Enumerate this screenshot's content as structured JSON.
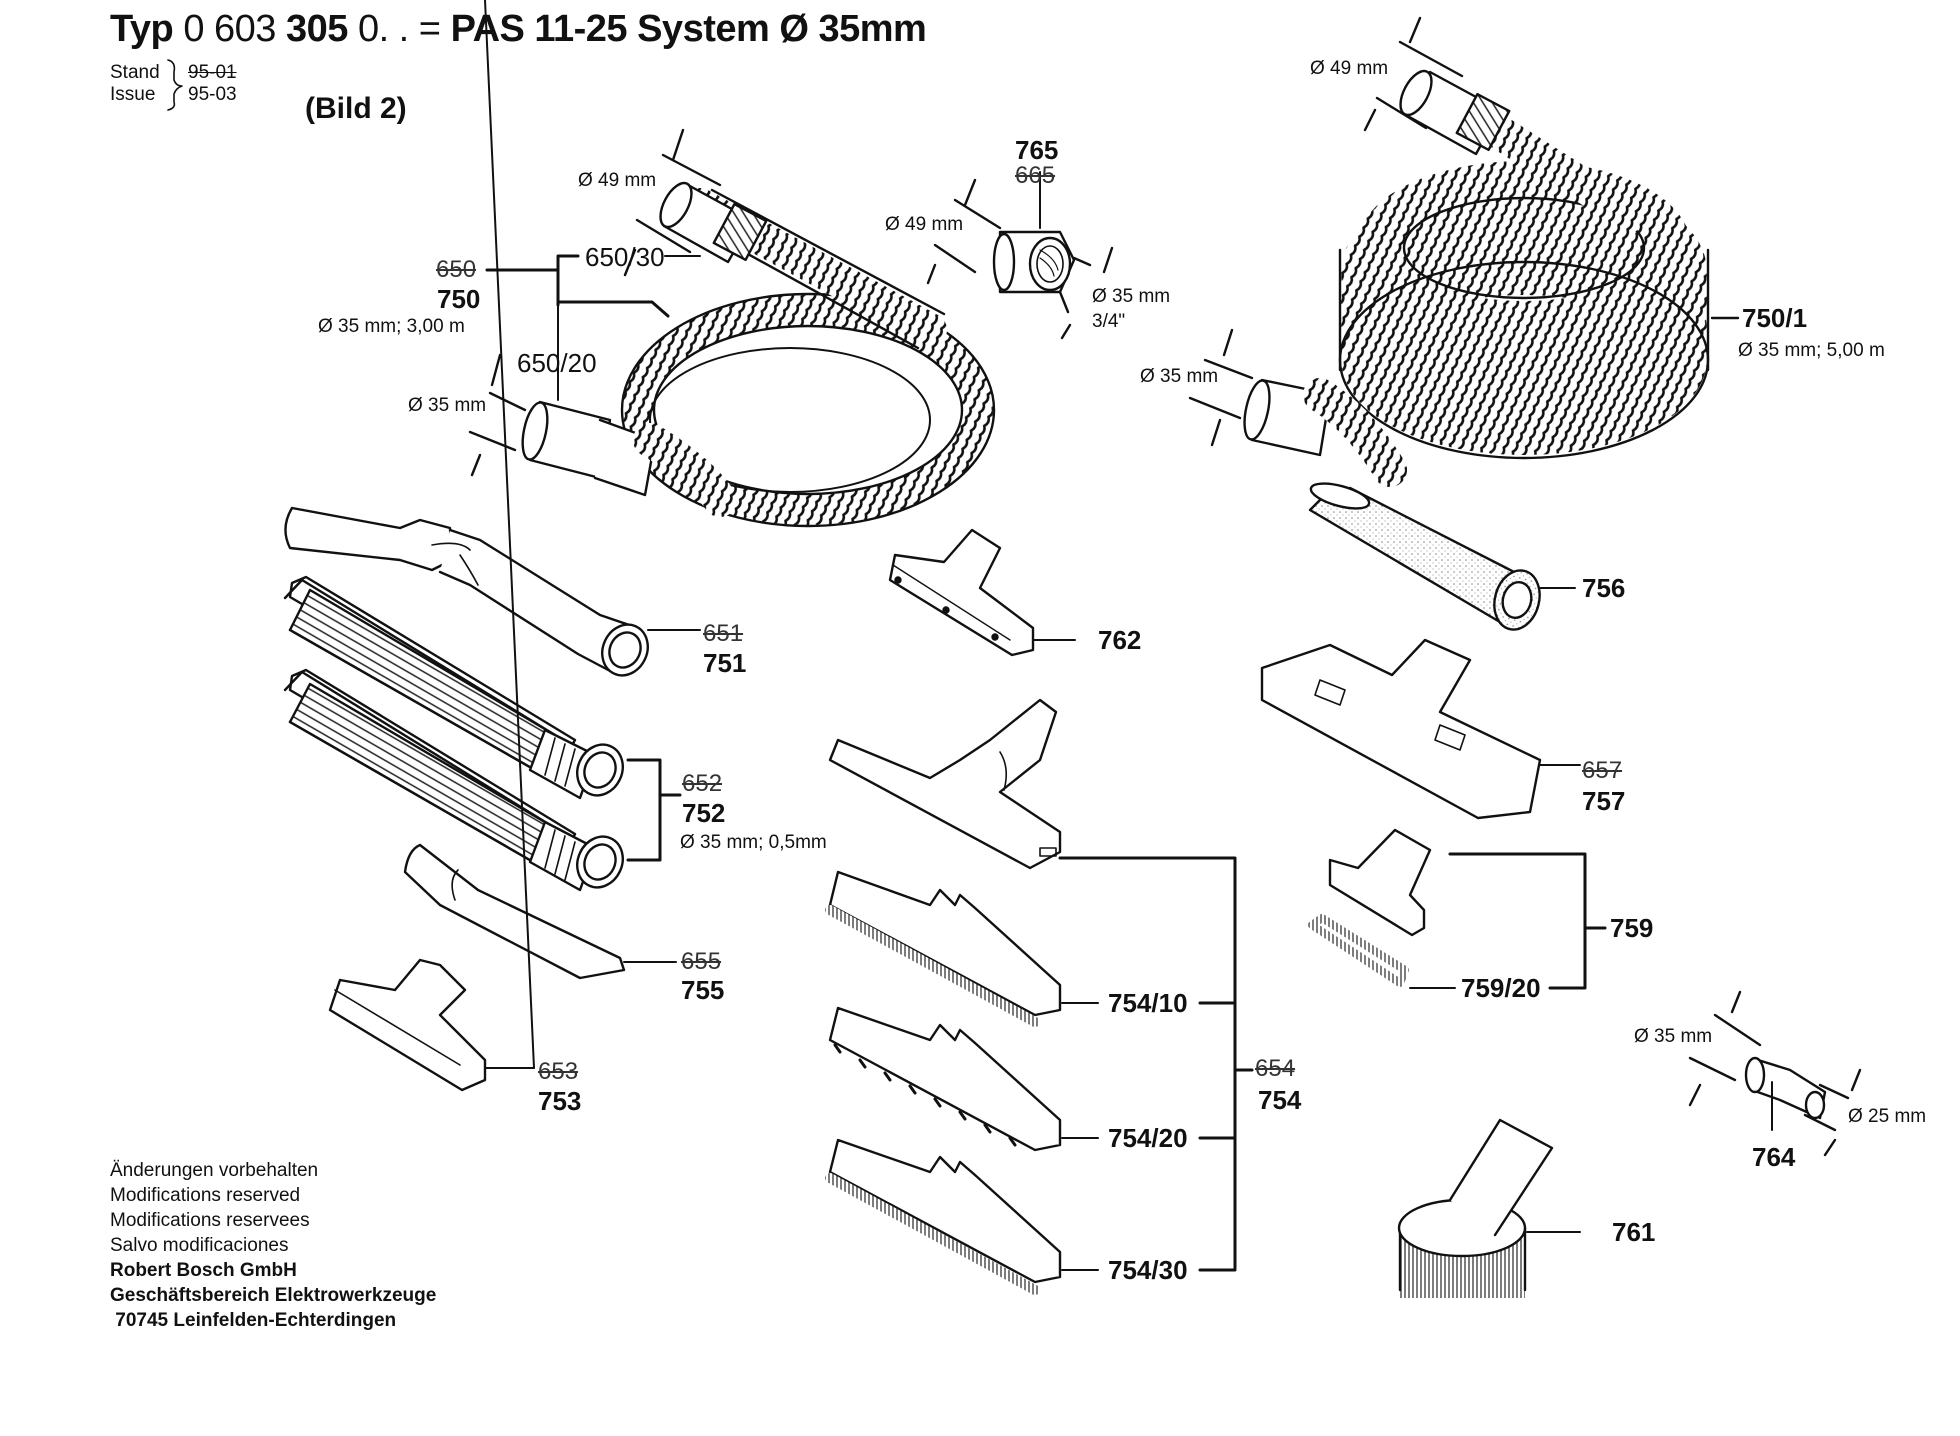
{
  "header": {
    "title_typ": "Typ",
    "title_number_thin": "0 603",
    "title_number_bold": "305",
    "title_suffix": "0. . =",
    "title_model": "PAS 11-25  System Ø 35mm",
    "stand_label": "Stand",
    "issue_label": "Issue",
    "stand_old": "95-01",
    "issue_date": "95-03",
    "figure_label": "(Bild 2)"
  },
  "parts": {
    "p750": {
      "old": "650",
      "new": "750",
      "spec": "Ø 35 mm; 3,00 m",
      "sub_top": "650/30",
      "sub_bottom": "650/20",
      "end_top_dim": "Ø 49 mm",
      "end_bottom_dim": "Ø 35 mm"
    },
    "p765": {
      "new": "765",
      "old": "665",
      "dim_large": "Ø 49 mm",
      "dim_small": "Ø 35 mm",
      "thread": "3/4\""
    },
    "p750_1": {
      "new": "750/1",
      "spec": "Ø 35 mm; 5,00 m",
      "end_top_dim": "Ø 49 mm",
      "end_bottom_dim": "Ø 35 mm"
    },
    "p751": {
      "old": "651",
      "new": "751"
    },
    "p752": {
      "old": "652",
      "new": "752",
      "spec": "Ø 35 mm; 0,5mm"
    },
    "p755": {
      "old": "655",
      "new": "755"
    },
    "p753": {
      "old": "653",
      "new": "753"
    },
    "p762": {
      "new": "762"
    },
    "p754": {
      "old": "654",
      "new": "754",
      "variants": [
        "754/10",
        "754/20",
        "754/30"
      ]
    },
    "p756": {
      "new": "756"
    },
    "p757": {
      "old": "657",
      "new": "757"
    },
    "p759": {
      "new": "759",
      "sub": "759/20"
    },
    "p764": {
      "new": "764",
      "dim_large": "Ø 35 mm",
      "dim_small": "Ø 25 mm"
    },
    "p761": {
      "new": "761"
    }
  },
  "footer": {
    "lines": [
      "Änderungen vorbehalten",
      "Modifications reserved",
      "Modifications reservees",
      "Salvo modificaciones"
    ],
    "company": "Robert Bosch GmbH",
    "division": "Geschäftsbereich Elektrowerkzeuge",
    "address": " 70745 Leinfelden-Echterdingen"
  }
}
